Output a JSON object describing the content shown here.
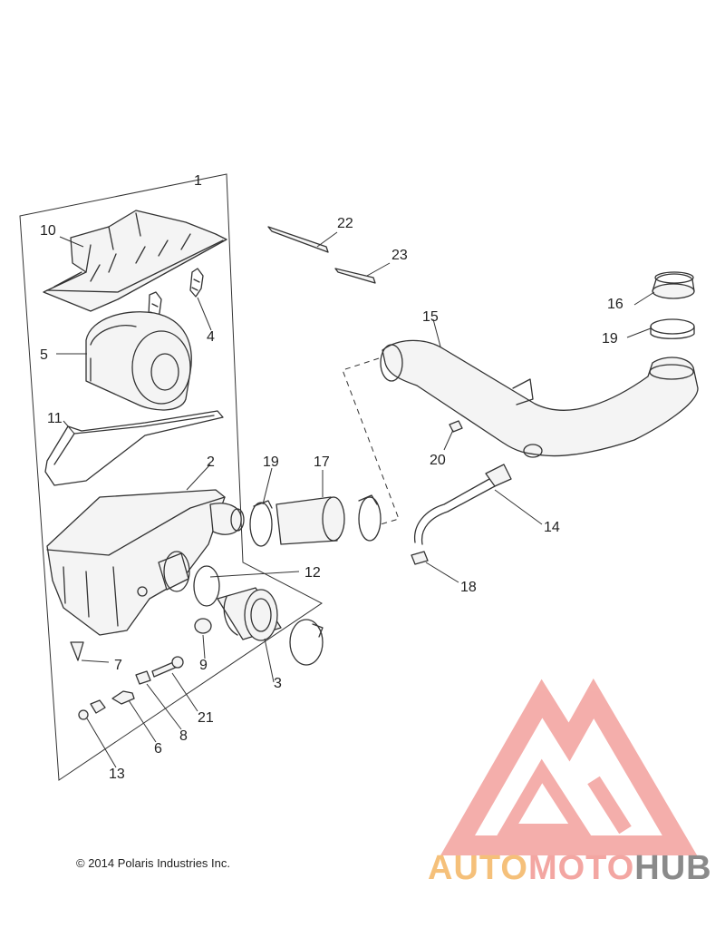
{
  "diagram": {
    "callouts": {
      "c1": "1",
      "c2": "2",
      "c3": "3",
      "c4": "4",
      "c5": "5",
      "c6": "6",
      "c7": "7",
      "c8": "8",
      "c9": "9",
      "c10": "10",
      "c11": "11",
      "c12": "12",
      "c13": "13",
      "c14": "14",
      "c15": "15",
      "c16": "16",
      "c17": "17",
      "c18": "18",
      "c19a": "19",
      "c19b": "19",
      "c20": "20",
      "c21": "21",
      "c22": "22",
      "c23": "23"
    }
  },
  "footer": {
    "copyright": "© 2014 Polaris Industries Inc."
  },
  "watermark": {
    "brand_part1": "AUTO",
    "brand_part2": "MOTO",
    "brand_part3": "HUB",
    "colors": {
      "part1": "#f5c07a",
      "part2": "#f3a6a2",
      "part3": "#8a8a8a",
      "logo": "#f3a6a2"
    }
  }
}
